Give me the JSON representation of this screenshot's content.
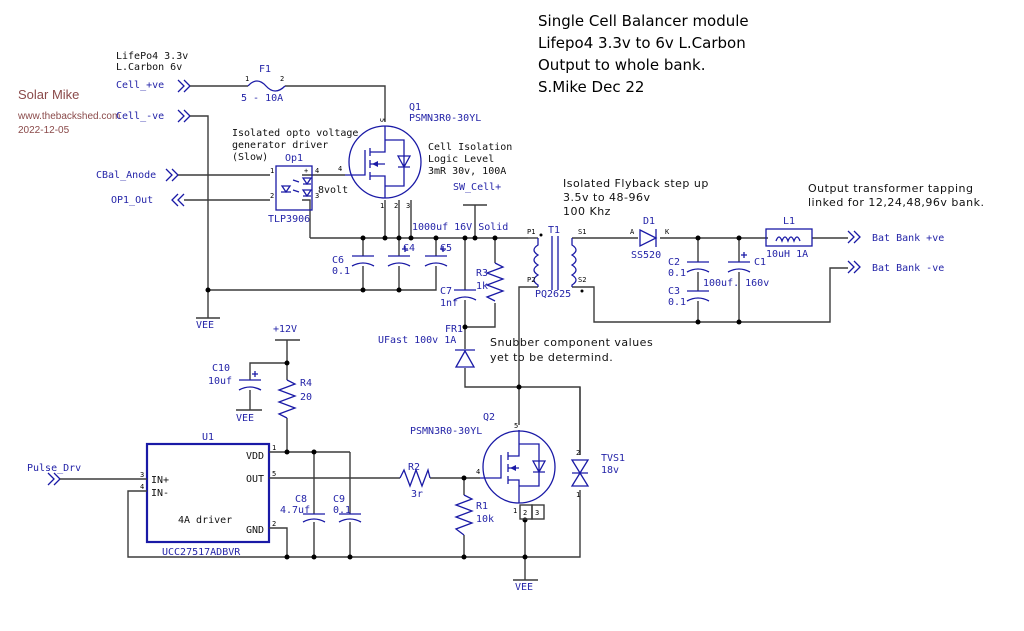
{
  "watermark": {
    "author": "Solar Mike",
    "site": "www.thebackshed.com",
    "date": "2022-12-05"
  },
  "title_block": {
    "lines": [
      "Single Cell Balancer module",
      "Lifepo4 3.3v to 6v L.Carbon",
      "Output to whole bank.",
      "S.Mike Dec 22"
    ]
  },
  "notes": {
    "cell_voltage": [
      "LifePo4 3.3v",
      "L.Carbon 6v"
    ],
    "opto": [
      "Isolated opto voltage",
      "generator driver",
      "(Slow)"
    ],
    "q1_desc": [
      "Cell Isolation",
      "Logic Level",
      "3mR 30v, 100A"
    ],
    "flyback": [
      "Isolated Flyback step up",
      "3.5v to 48-96v",
      "100 Khz"
    ],
    "output": [
      "Output transformer tapping",
      "linked for 12,24,48,96v bank."
    ],
    "snubber": [
      "Snubber component values",
      "yet to be determind."
    ]
  },
  "ports": {
    "cell_pos": "Cell_+ve",
    "cell_neg": "Cell_-ve",
    "cbal_anode": "CBal_Anode",
    "op1_out": "OP1_Out",
    "pulse_drv": "Pulse_Drv",
    "bat_pos": "Bat Bank +ve",
    "bat_neg": "Bat Bank -ve",
    "sw_cell": "SW_Cell+"
  },
  "power": {
    "vee": "VEE",
    "v12": "+12V"
  },
  "components": {
    "F1": {
      "ref": "F1",
      "value": "5 - 10A",
      "pin1": "1",
      "pin2": "2"
    },
    "Q1": {
      "ref": "Q1",
      "part": "PSMN3R0-30YL"
    },
    "Q2": {
      "ref": "Q2",
      "part": "PSMN3R0-30YL"
    },
    "OP1": {
      "ref": "Op1",
      "part": "TLP3906",
      "out_label": "8volt"
    },
    "C4": {
      "ref": "C4",
      "value": "1000uf 16V Solid"
    },
    "C5": {
      "ref": "C5"
    },
    "C6": {
      "ref": "C6",
      "value": "0.1"
    },
    "C7": {
      "ref": "C7",
      "value": "1nf"
    },
    "R3": {
      "ref": "R3",
      "value": "1k"
    },
    "FR1": {
      "ref": "FR1",
      "value": "UFast 100v 1A"
    },
    "T1": {
      "ref": "T1",
      "part": "PQ2625",
      "p1": "P1",
      "p2": "P2",
      "s1": "S1",
      "s2": "S2"
    },
    "D1": {
      "ref": "D1",
      "part": "SS520",
      "a": "A",
      "k": "K"
    },
    "C2": {
      "ref": "C2",
      "value": "0.1"
    },
    "C3": {
      "ref": "C3",
      "value": "0.1"
    },
    "C1": {
      "ref": "C1",
      "value": "100uf. 160v"
    },
    "L1": {
      "ref": "L1",
      "value": "10uH 1A"
    },
    "C10": {
      "ref": "C10",
      "value": "10uf"
    },
    "R4": {
      "ref": "R4",
      "value": "20"
    },
    "U1": {
      "ref": "U1",
      "part": "UCC27517ADBVR",
      "desc": "4A driver",
      "pins": {
        "vdd": "VDD",
        "out": "OUT",
        "gnd": "GND",
        "inp": "IN+",
        "inn": "IN-"
      }
    },
    "C8": {
      "ref": "C8",
      "value": "4.7uf"
    },
    "C9": {
      "ref": "C9",
      "value": "0.1"
    },
    "R2": {
      "ref": "R2",
      "value": "3r"
    },
    "R1": {
      "ref": "R1",
      "value": "10k"
    },
    "TVS1": {
      "ref": "TVS1",
      "value": "18v"
    }
  }
}
